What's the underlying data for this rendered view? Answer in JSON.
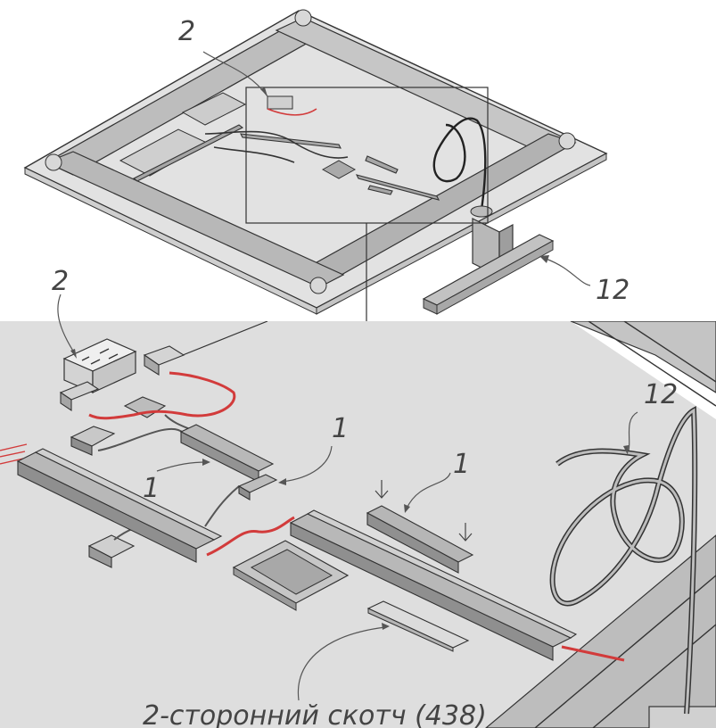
{
  "callouts": {
    "top_module": "2",
    "top_cable": "12",
    "detail_module": "2",
    "detail_cable": "12",
    "channel_a": "1",
    "channel_b": "1",
    "channel_c": "1",
    "tape_note": "2-сторонний скотч (438)"
  },
  "colors": {
    "base_panel": "#e6e6e6",
    "frame": "#bdbdbd",
    "channel": "#a9a9a9",
    "wire_red": "#d23b3b",
    "outline": "#333333"
  }
}
